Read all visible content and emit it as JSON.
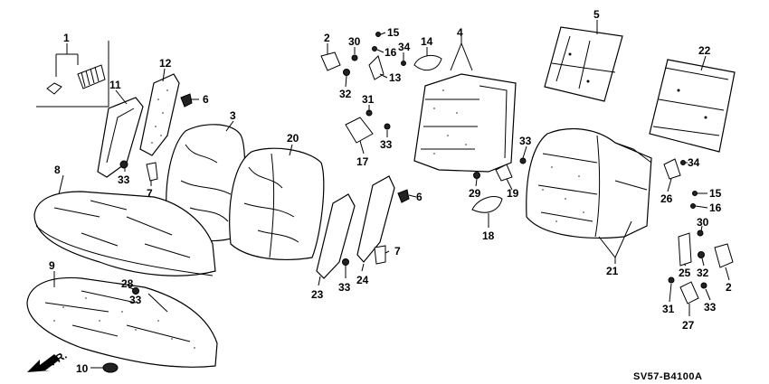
{
  "diagram": {
    "code_label": "SV57-B4100A",
    "front_label": "FR.",
    "callouts": {
      "c1": "1",
      "c2a": "2",
      "c2b": "2",
      "c3": "3",
      "c4": "4",
      "c5": "5",
      "c6a": "6",
      "c6b": "6",
      "c7a": "7",
      "c7b": "7",
      "c8": "8",
      "c9": "9",
      "c10": "10",
      "c11": "11",
      "c12": "12",
      "c13": "13",
      "c14": "14",
      "c15a": "15",
      "c15b": "15",
      "c16a": "16",
      "c16b": "16",
      "c17": "17",
      "c18": "18",
      "c19": "19",
      "c20": "20",
      "c21": "21",
      "c22": "22",
      "c23": "23",
      "c24": "24",
      "c25": "25",
      "c26": "26",
      "c27": "27",
      "c28": "28",
      "c29": "29",
      "c30a": "30",
      "c30b": "30",
      "c31a": "31",
      "c31b": "31",
      "c32a": "32",
      "c32b": "32",
      "c33a": "33",
      "c33b": "33",
      "c33c": "33",
      "c33d": "33",
      "c33e": "33",
      "c34a": "34",
      "c34b": "34"
    }
  }
}
